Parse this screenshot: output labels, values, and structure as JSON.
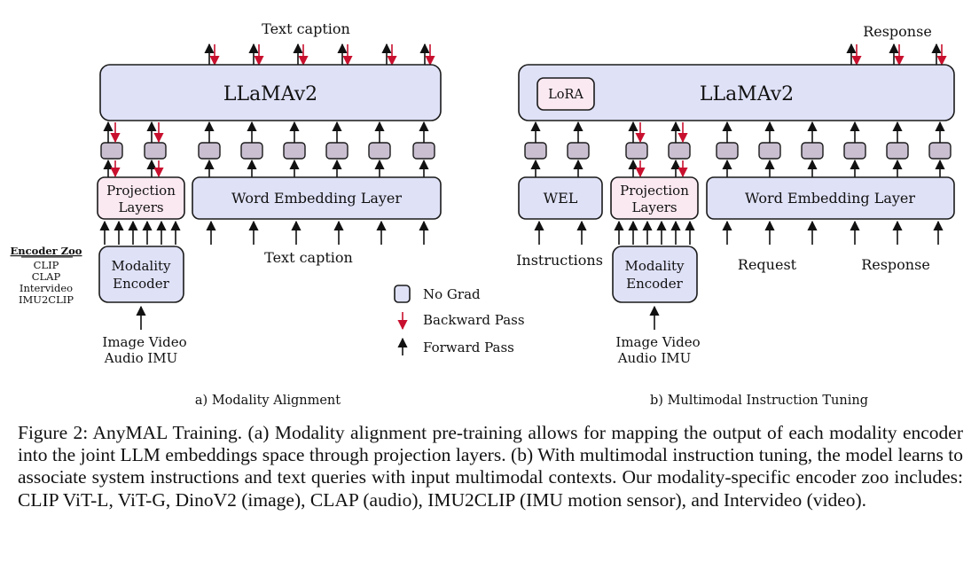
{
  "panel_a": {
    "top_label": "Text caption",
    "llm": "LLaMAv2",
    "projection": [
      "Projection",
      "Layers"
    ],
    "wel": "Word Embedding Layer",
    "input_text": "Text caption",
    "encoder": [
      "Modality",
      "Encoder"
    ],
    "zoo_title": "Encoder Zoo",
    "zoo_items": [
      "CLIP",
      "CLAP",
      "Intervideo",
      "IMU2CLIP"
    ],
    "modalities": [
      "Image Video",
      "Audio IMU"
    ],
    "subcaption": "a) Modality Alignment"
  },
  "legend": {
    "no_grad": "No Grad",
    "backward": "Backward Pass",
    "forward": "Forward Pass"
  },
  "panel_b": {
    "top_label": "Response",
    "llm": "LLaMAv2",
    "lora": "LoRA",
    "wel_short": "WEL",
    "projection": [
      "Projection",
      "Layers"
    ],
    "wel": "Word Embedding Layer",
    "instructions": "Instructions",
    "request": "Request",
    "response": "Response",
    "encoder": [
      "Modality",
      "Encoder"
    ],
    "modalities": [
      "Image Video",
      "Audio IMU"
    ],
    "subcaption": "b) Multimodal Instruction Tuning"
  },
  "caption": "Figure 2: AnyMAL Training. (a) Modality alignment pre-training allows for mapping the output of each modality encoder into the joint LLM embeddings space through projection layers. (b) With multimodal instruction tuning, the model learns to associate system instructions and text queries with input multimodal contexts. Our modality-specific encoder zoo includes: CLIP ViT-L, ViT-G, DinoV2 (image), CLAP (audio), IMU2CLIP (IMU motion sensor), and Intervideo (video)."
}
